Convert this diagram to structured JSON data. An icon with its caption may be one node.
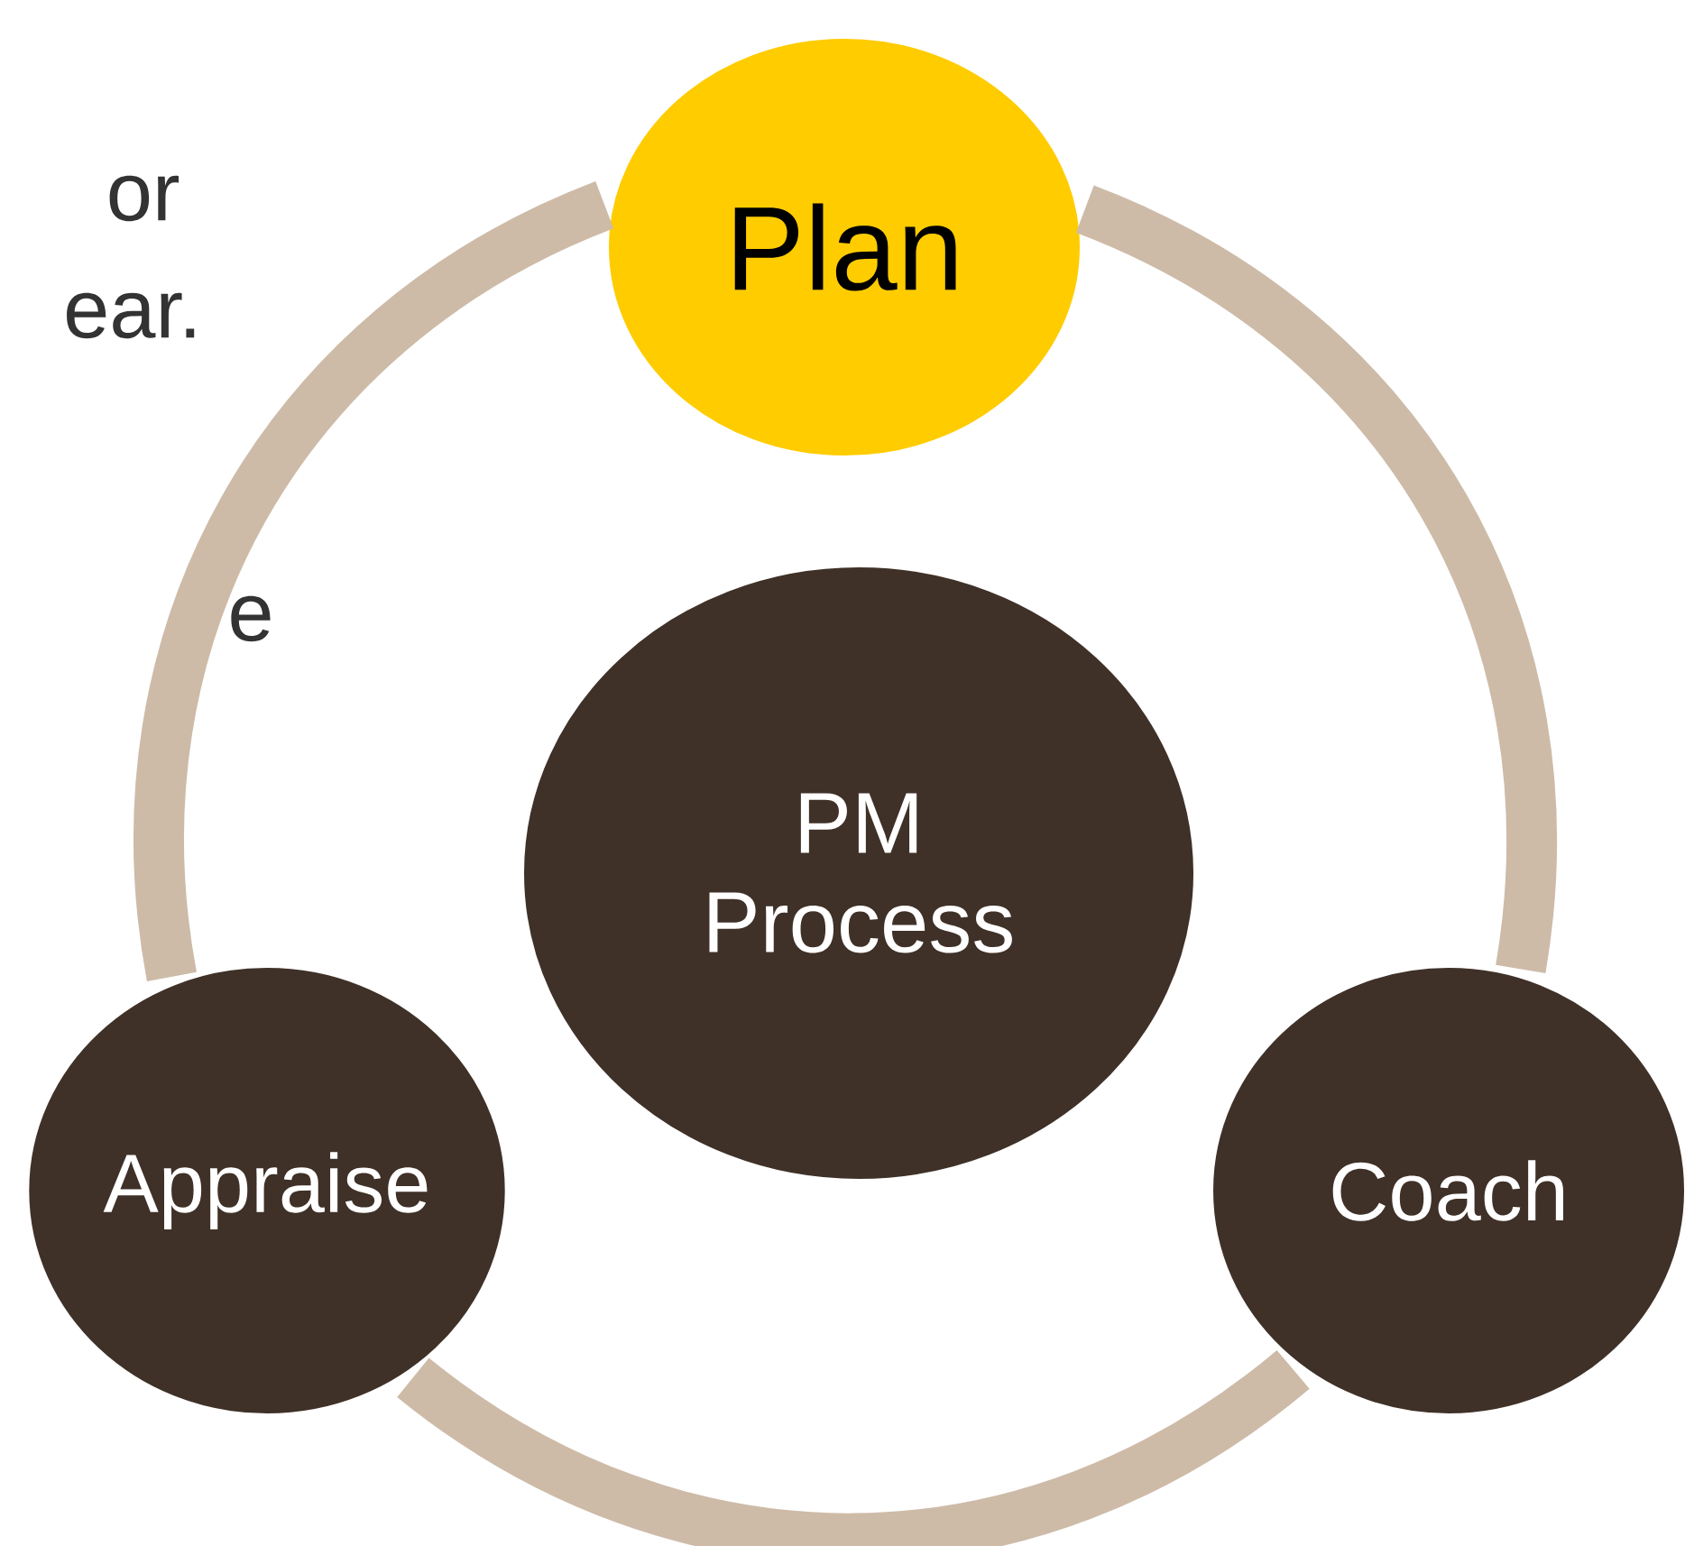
{
  "diagram": {
    "nodes": [
      {
        "text": [
          "Plan"
        ]
      },
      {
        "text": [
          "PM Process"
        ]
      },
      {
        "text": [
          "Appraise"
        ]
      },
      {
        "text": [
          "Coach"
        ]
      }
    ],
    "edges": [
      {
        "from": 0,
        "to": 3,
        "arrow": "none"
      },
      {
        "from": 3,
        "to": 2,
        "arrow": "none"
      },
      {
        "from": 2,
        "to": 0,
        "arrow": "none"
      }
    ],
    "labels": [
      "or",
      "ear.",
      "e"
    ]
  }
}
